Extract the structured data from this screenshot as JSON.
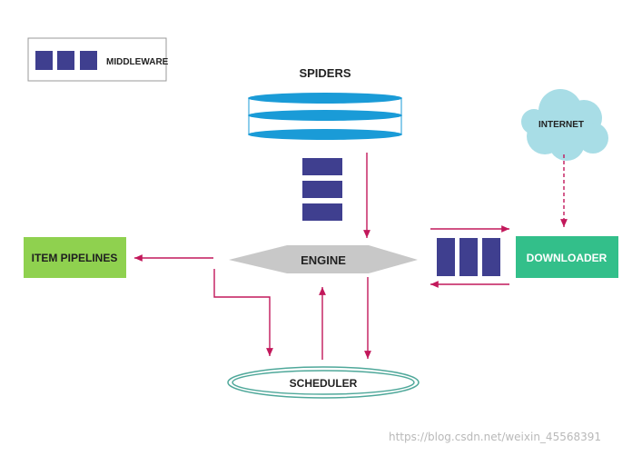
{
  "legend": {
    "label": "MIDDLEWARE"
  },
  "components": {
    "spiders": "SPIDERS",
    "engine": "ENGINE",
    "scheduler": "SCHEDULER",
    "downloader": "DOWNLOADER",
    "item_pipelines": "ITEM PIPELINES",
    "internet": "INTERNET"
  },
  "watermark": "https://blog.csdn.net/weixin_45568391",
  "colors": {
    "middleware": "#3f3f8f",
    "spiders": "#1a9bd7",
    "engine": "#c8c8c8",
    "downloader": "#33bf8a",
    "pipelines": "#8fd14f",
    "internet": "#a8dde6",
    "scheduler": "#4fa89a",
    "arrow": "#c2185b"
  }
}
